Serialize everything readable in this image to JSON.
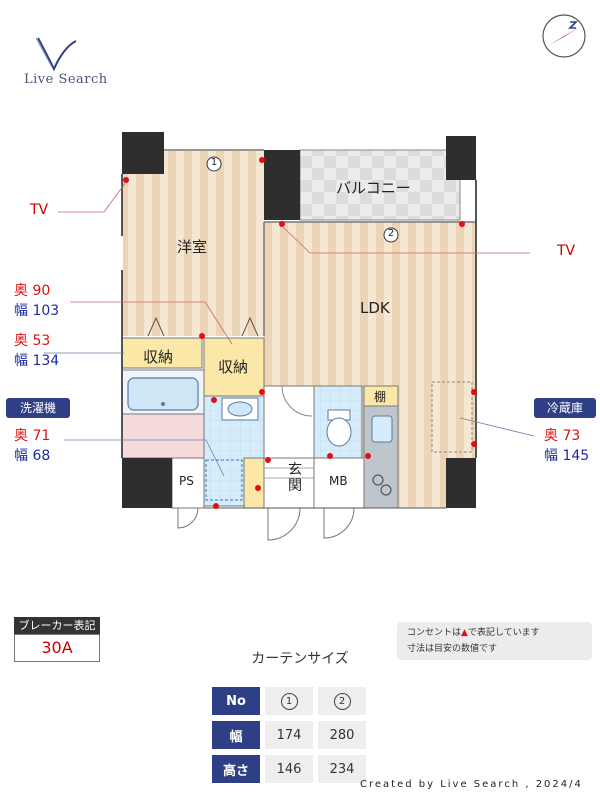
{
  "brand": {
    "name": "Live Search"
  },
  "rooms": {
    "western": "洋室",
    "balcony": "バルコニー",
    "ldk": "LDK",
    "storage1": "収納",
    "storage2": "収納",
    "entrance": "玄関",
    "ps": "PS",
    "mb": "MB",
    "shelf": "棚"
  },
  "markers": {
    "window1": "1",
    "window2": "2"
  },
  "tv_labels": {
    "left": "TV",
    "right": "TV"
  },
  "dimensions": {
    "bed_storage": {
      "depth_label": "奥",
      "depth": "90",
      "width_label": "幅",
      "width": "103"
    },
    "storage": {
      "depth_label": "奥",
      "depth": "53",
      "width_label": "幅",
      "width": "134"
    },
    "washer": {
      "title": "洗濯機",
      "depth_label": "奥",
      "depth": "71",
      "width_label": "幅",
      "width": "68"
    },
    "fridge": {
      "title": "冷蔵庫",
      "depth_label": "奥",
      "depth": "73",
      "width_label": "幅",
      "width": "145"
    }
  },
  "breaker": {
    "label": "ブレーカー表記",
    "value": "30A"
  },
  "notes": {
    "line1_pre": "コンセントは",
    "line1_marker": "▲",
    "line1_post": "で表記しています",
    "line2": "寸法は目安の数値です"
  },
  "curtain": {
    "title": "カーテンサイズ",
    "header_label": "No",
    "cols": [
      "1",
      "2"
    ],
    "rows": [
      {
        "label": "幅",
        "values": [
          "174",
          "280"
        ]
      },
      {
        "label": "高さ",
        "values": [
          "146",
          "234"
        ]
      }
    ]
  },
  "credit": "Created by Live Search , 2024/4",
  "colors": {
    "wall": "#2e2e2e",
    "wood_light": "#f5e6d0",
    "wood_dark": "#ecd6b8",
    "accent": "#2f3f86",
    "outlet": "#dd1111"
  }
}
